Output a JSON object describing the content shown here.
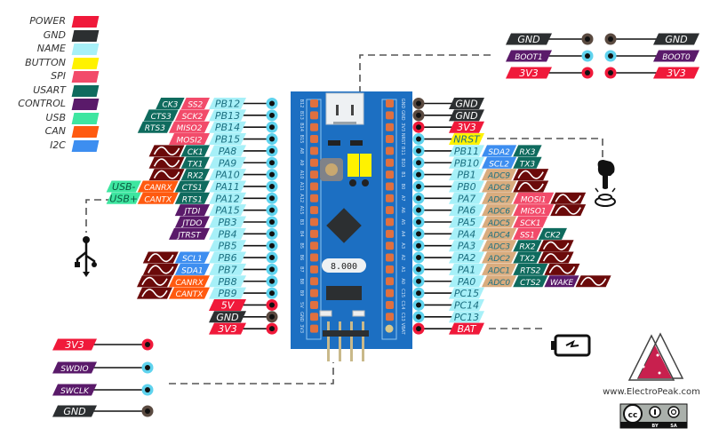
{
  "colors": {
    "POWER": "#f0193a",
    "GND": "#2c2f31",
    "NAME": "#a7f0f8",
    "BUTTON": "#fff200",
    "SPI": "#f24b6a",
    "USART": "#0f6b5e",
    "CONTROL": "#5a1a6a",
    "USB": "#3ee6a0",
    "CAN": "#ff5a10",
    "I2C": "#3d8ef0",
    "ADC": "#d9ac7e",
    "PWM": "#6b0a0a",
    "board": "#1c6fc2",
    "pin_ring_name": "#5fd3ee",
    "pin_ring_power": "#f0193a",
    "pin_ring_gnd": "#5a4a40"
  },
  "legend": [
    {
      "label": "POWER",
      "type": "POWER"
    },
    {
      "label": "GND",
      "type": "GND"
    },
    {
      "label": "NAME",
      "type": "NAME"
    },
    {
      "label": "BUTTON",
      "type": "BUTTON"
    },
    {
      "label": "SPI",
      "type": "SPI"
    },
    {
      "label": "USART",
      "type": "USART"
    },
    {
      "label": "CONTROL",
      "type": "CONTROL"
    },
    {
      "label": "USB",
      "type": "USB"
    },
    {
      "label": "CAN",
      "type": "CAN"
    },
    {
      "label": "I2C",
      "type": "I2C"
    }
  ],
  "left_pins": [
    {
      "name": "PB12",
      "ring": "name",
      "funcs": [
        {
          "t": "SS2",
          "c": "SPI"
        },
        {
          "t": "CK3",
          "c": "USART"
        }
      ]
    },
    {
      "name": "PB13",
      "ring": "name",
      "funcs": [
        {
          "t": "SCK2",
          "c": "SPI"
        },
        {
          "t": "CTS3",
          "c": "USART"
        }
      ]
    },
    {
      "name": "PB14",
      "ring": "name",
      "funcs": [
        {
          "t": "MISO2",
          "c": "SPI"
        },
        {
          "t": "RTS3",
          "c": "USART"
        }
      ]
    },
    {
      "name": "PB15",
      "ring": "name",
      "funcs": [
        {
          "t": "MOSI2",
          "c": "SPI"
        }
      ]
    },
    {
      "name": "PA8",
      "ring": "name",
      "funcs": [
        {
          "t": "CK1",
          "c": "USART"
        },
        {
          "t": "~",
          "c": "PWM"
        }
      ]
    },
    {
      "name": "PA9",
      "ring": "name",
      "funcs": [
        {
          "t": "TX1",
          "c": "USART"
        },
        {
          "t": "~",
          "c": "PWM"
        }
      ]
    },
    {
      "name": "PA10",
      "ring": "name",
      "funcs": [
        {
          "t": "RX2",
          "c": "USART"
        },
        {
          "t": "~",
          "c": "PWM"
        }
      ]
    },
    {
      "name": "PA11",
      "ring": "name",
      "funcs": [
        {
          "t": "CTS1",
          "c": "USART"
        },
        {
          "t": "CANRX",
          "c": "CAN"
        },
        {
          "t": "USB-",
          "c": "USB"
        }
      ]
    },
    {
      "name": "PA12",
      "ring": "name",
      "funcs": [
        {
          "t": "RTS1",
          "c": "USART"
        },
        {
          "t": "CANTX",
          "c": "CAN"
        },
        {
          "t": "USB+",
          "c": "USB"
        }
      ]
    },
    {
      "name": "PA15",
      "ring": "name",
      "funcs": [
        {
          "t": "JTDI",
          "c": "CONTROL"
        }
      ]
    },
    {
      "name": "PB3",
      "ring": "name",
      "funcs": [
        {
          "t": "JTDO",
          "c": "CONTROL"
        }
      ]
    },
    {
      "name": "PB4",
      "ring": "name",
      "funcs": [
        {
          "t": "JTRST",
          "c": "CONTROL"
        }
      ]
    },
    {
      "name": "PB5",
      "ring": "name",
      "funcs": []
    },
    {
      "name": "PB6",
      "ring": "name",
      "funcs": [
        {
          "t": "SCL1",
          "c": "I2C"
        },
        {
          "t": "~",
          "c": "PWM"
        }
      ]
    },
    {
      "name": "PB7",
      "ring": "name",
      "funcs": [
        {
          "t": "SDA1",
          "c": "I2C"
        },
        {
          "t": "~",
          "c": "PWM"
        }
      ]
    },
    {
      "name": "PB8",
      "ring": "name",
      "funcs": [
        {
          "t": "CANRX",
          "c": "CAN"
        },
        {
          "t": "~",
          "c": "PWM"
        }
      ]
    },
    {
      "name": "PB9",
      "ring": "name",
      "funcs": [
        {
          "t": "CANTX",
          "c": "CAN"
        },
        {
          "t": "~",
          "c": "PWM"
        }
      ]
    },
    {
      "name": "5V",
      "ring": "power",
      "type": "POWER",
      "funcs": []
    },
    {
      "name": "GND",
      "ring": "gnd",
      "type": "GND",
      "funcs": []
    },
    {
      "name": "3V3",
      "ring": "power",
      "type": "POWER",
      "funcs": []
    }
  ],
  "right_pins": [
    {
      "name": "GND",
      "ring": "gnd",
      "type": "GND",
      "funcs": []
    },
    {
      "name": "GND",
      "ring": "gnd",
      "type": "GND",
      "funcs": []
    },
    {
      "name": "3V3",
      "ring": "power",
      "type": "POWER",
      "funcs": []
    },
    {
      "name": "NRST",
      "ring": "name",
      "type": "BUTTON",
      "funcs": []
    },
    {
      "name": "PB11",
      "ring": "name",
      "funcs": [
        {
          "t": "SDA2",
          "c": "I2C"
        },
        {
          "t": "RX3",
          "c": "USART"
        }
      ]
    },
    {
      "name": "PB10",
      "ring": "name",
      "funcs": [
        {
          "t": "SCL2",
          "c": "I2C"
        },
        {
          "t": "TX3",
          "c": "USART"
        }
      ]
    },
    {
      "name": "PB1",
      "ring": "name",
      "funcs": [
        {
          "t": "ADC9",
          "c": "ADC"
        },
        {
          "t": "~",
          "c": "PWM"
        }
      ]
    },
    {
      "name": "PB0",
      "ring": "name",
      "funcs": [
        {
          "t": "ADC8",
          "c": "ADC"
        },
        {
          "t": "~",
          "c": "PWM"
        }
      ]
    },
    {
      "name": "PA7",
      "ring": "name",
      "funcs": [
        {
          "t": "ADC7",
          "c": "ADC"
        },
        {
          "t": "MOSI1",
          "c": "SPI"
        },
        {
          "t": "~",
          "c": "PWM"
        }
      ]
    },
    {
      "name": "PA6",
      "ring": "name",
      "funcs": [
        {
          "t": "ADC6",
          "c": "ADC"
        },
        {
          "t": "MISO1",
          "c": "SPI"
        },
        {
          "t": "~",
          "c": "PWM"
        }
      ]
    },
    {
      "name": "PA5",
      "ring": "name",
      "funcs": [
        {
          "t": "ADC5",
          "c": "ADC"
        },
        {
          "t": "SCK1",
          "c": "SPI"
        }
      ]
    },
    {
      "name": "PA4",
      "ring": "name",
      "funcs": [
        {
          "t": "ADC4",
          "c": "ADC"
        },
        {
          "t": "SS1",
          "c": "SPI"
        },
        {
          "t": "CK2",
          "c": "USART"
        }
      ]
    },
    {
      "name": "PA3",
      "ring": "name",
      "funcs": [
        {
          "t": "ADC3",
          "c": "ADC"
        },
        {
          "t": "RX2",
          "c": "USART"
        },
        {
          "t": "~",
          "c": "PWM"
        }
      ]
    },
    {
      "name": "PA2",
      "ring": "name",
      "funcs": [
        {
          "t": "ADC2",
          "c": "ADC"
        },
        {
          "t": "TX2",
          "c": "USART"
        },
        {
          "t": "~",
          "c": "PWM"
        }
      ]
    },
    {
      "name": "PA1",
      "ring": "name",
      "funcs": [
        {
          "t": "ADC1",
          "c": "ADC"
        },
        {
          "t": "RTS2",
          "c": "USART"
        },
        {
          "t": "~",
          "c": "PWM"
        }
      ]
    },
    {
      "name": "PA0",
      "ring": "name",
      "funcs": [
        {
          "t": "ADC0",
          "c": "ADC"
        },
        {
          "t": "CTS2",
          "c": "USART"
        },
        {
          "t": "WAKE",
          "c": "CONTROL"
        },
        {
          "t": "~",
          "c": "PWM"
        }
      ]
    },
    {
      "name": "PC15",
      "ring": "name",
      "funcs": []
    },
    {
      "name": "PC14",
      "ring": "name",
      "funcs": []
    },
    {
      "name": "PC13",
      "ring": "name",
      "funcs": []
    },
    {
      "name": "BAT",
      "ring": "power",
      "type": "POWER",
      "funcs": []
    }
  ],
  "board_left_silk": [
    "B12",
    "B13",
    "B14",
    "B15",
    "A8",
    "A9",
    "A10",
    "A11",
    "A12",
    "A15",
    "B3",
    "B4",
    "B5",
    "B6",
    "B7",
    "B8",
    "B9",
    "5V",
    "GND",
    "3V3"
  ],
  "board_right_silk": [
    "GND",
    "GND",
    "3V3",
    "NRST",
    "B11",
    "B10",
    "B1",
    "B0",
    "A7",
    "A6",
    "A5",
    "A4",
    "A3",
    "A2",
    "A1",
    "A0",
    "C15",
    "C14",
    "C13",
    "VBAT"
  ],
  "crystal_label": "8.000",
  "boot_header": {
    "left": [
      {
        "name": "GND",
        "type": "GND",
        "ring": "gnd"
      },
      {
        "name": "BOOT1",
        "type": "CONTROL",
        "ring": "name"
      },
      {
        "name": "3V3",
        "type": "POWER",
        "ring": "power"
      }
    ],
    "right": [
      {
        "name": "GND",
        "type": "GND",
        "ring": "gnd"
      },
      {
        "name": "BOOT0",
        "type": "CONTROL",
        "ring": "name"
      },
      {
        "name": "3V3",
        "type": "POWER",
        "ring": "power"
      }
    ]
  },
  "swd_header": [
    {
      "name": "3V3",
      "type": "POWER",
      "ring": "power"
    },
    {
      "name": "SWDIO",
      "type": "CONTROL",
      "ring": "name"
    },
    {
      "name": "SWCLK",
      "type": "CONTROL",
      "ring": "name"
    },
    {
      "name": "GND",
      "type": "GND",
      "ring": "gnd"
    }
  ],
  "icons": {
    "usb": "usb-icon",
    "reset": "press-button-icon",
    "battery": "battery-icon",
    "logo": "electropeak-logo",
    "license": "cc-by-sa-icon"
  },
  "footer": {
    "url": "www.ElectroPeak.com",
    "license_by": "BY",
    "license_sa": "SA",
    "license_cc": "cc"
  }
}
